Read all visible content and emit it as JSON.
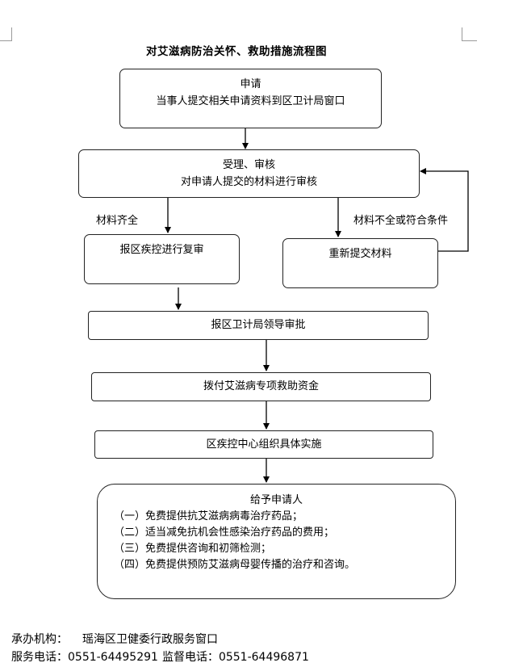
{
  "title": "对艾滋病防治关怀、救助措施流程图",
  "steps": {
    "apply": {
      "line1": "申请",
      "line2": "当事人提交相关申请资料到区卫计局窗口"
    },
    "review": {
      "line1": "受理、审核",
      "line2": "对申请人提交的材料进行审核"
    },
    "cdc_review": {
      "text": "报区疾控进行复审"
    },
    "resubmit": {
      "text": "重新提交材料"
    },
    "leader_approval": {
      "text": "报区卫计局领导审批"
    },
    "funding": {
      "text": "拨付艾滋病专项救助资金"
    },
    "implement": {
      "text": "区疾控中心组织具体实施"
    },
    "grant": {
      "heading": "给予申请人",
      "items": [
        "（一）免费提供抗艾滋病病毒治疗药品；",
        "（二）适当减免抗机会性感染治疗药品的费用；",
        "（三）免费提供咨询和初筛检测；",
        "（四）免费提供预防艾滋病母婴传播的治疗和咨询。"
      ]
    }
  },
  "branch_labels": {
    "complete": "材料齐全",
    "incomplete": "材料不全或符合条件"
  },
  "footer": {
    "organizer_label": "承办机构：",
    "organizer": "瑶海区卫健委行政服务窗口",
    "service_phone_label": "服务电话：",
    "service_phone": "0551-64495291",
    "supervise_phone_label": "监督电话：",
    "supervise_phone": "0551-64496871"
  }
}
